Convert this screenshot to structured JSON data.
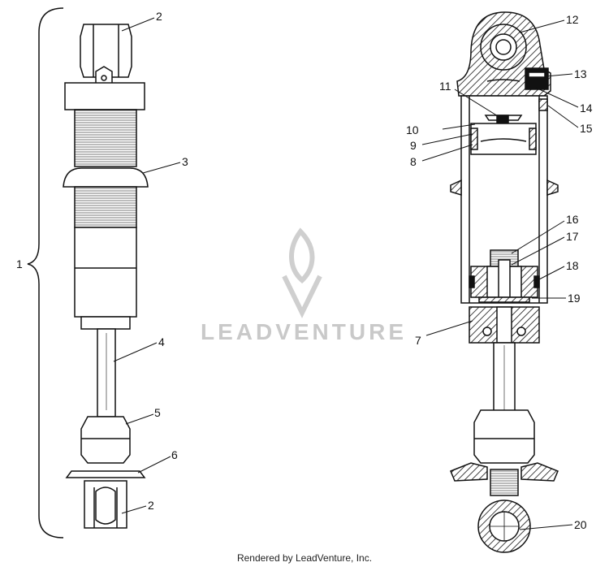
{
  "diagram": {
    "left_view": {
      "callouts": [
        "1",
        "2",
        "3",
        "4",
        "5",
        "6",
        "2"
      ]
    },
    "right_view": {
      "callouts": [
        "12",
        "13",
        "11",
        "14",
        "10",
        "15",
        "9",
        "8",
        "16",
        "17",
        "18",
        "19",
        "7",
        "20"
      ]
    }
  },
  "watermark": {
    "text": "LEADVENTURE"
  },
  "footer": {
    "credit": "Rendered by LeadVenture, Inc."
  },
  "colors": {
    "line": "#111111",
    "watermark": "#c9c9c9"
  }
}
